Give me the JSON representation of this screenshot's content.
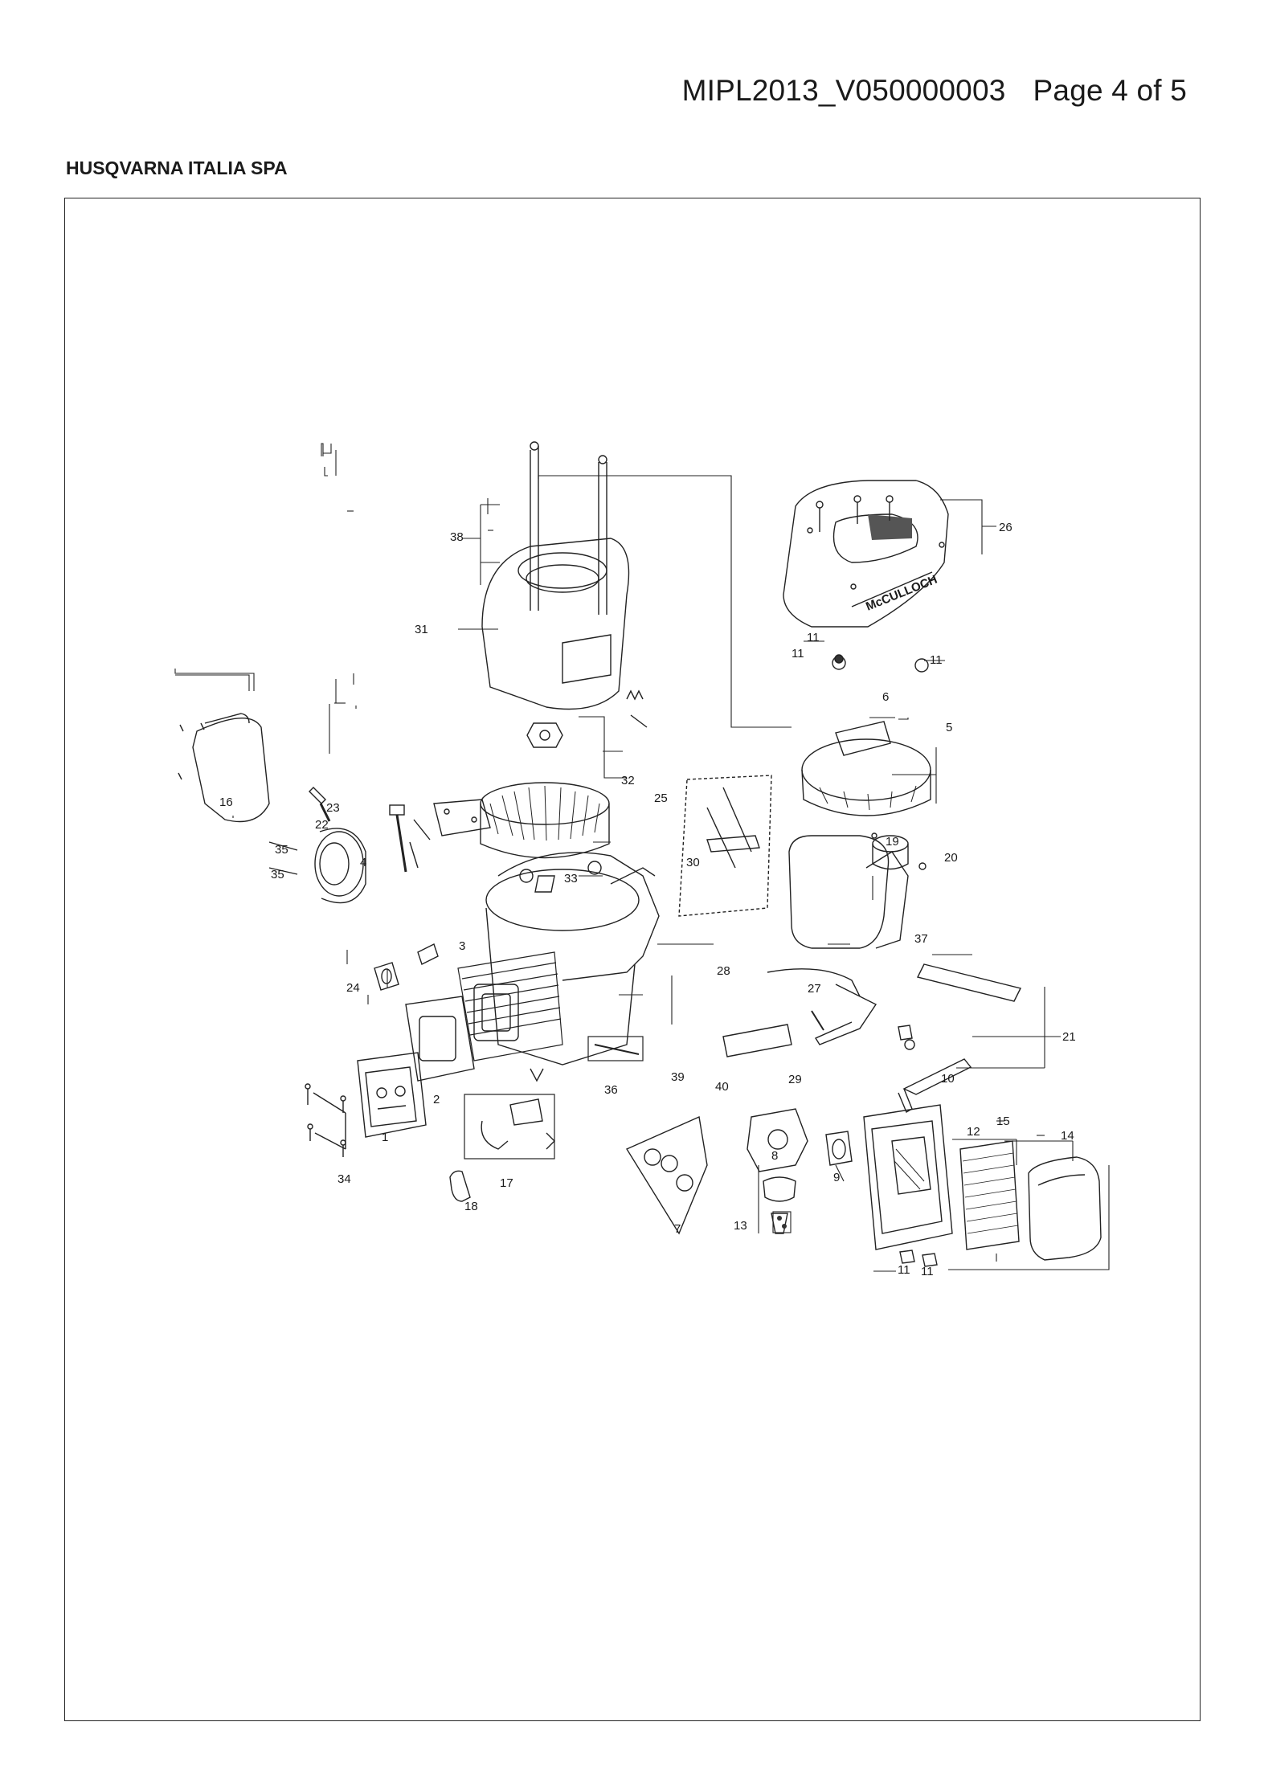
{
  "header": {
    "doc_code": "MIPL2013_V050000003",
    "page_label": "Page 4 of 5",
    "company": "HUSQVARNA ITALIA SPA"
  },
  "diagram": {
    "callouts": [
      "1",
      "2",
      "3",
      "4",
      "5",
      "6",
      "7",
      "8",
      "9",
      "10",
      "11",
      "12",
      "13",
      "14",
      "15",
      "16",
      "17",
      "18",
      "19",
      "20",
      "21",
      "22",
      "23",
      "24",
      "25",
      "26",
      "27",
      "28",
      "29",
      "30",
      "31",
      "32",
      "33",
      "34",
      "35",
      "36",
      "37",
      "38",
      "39",
      "40"
    ],
    "logo_text": "McCULLOCH"
  }
}
